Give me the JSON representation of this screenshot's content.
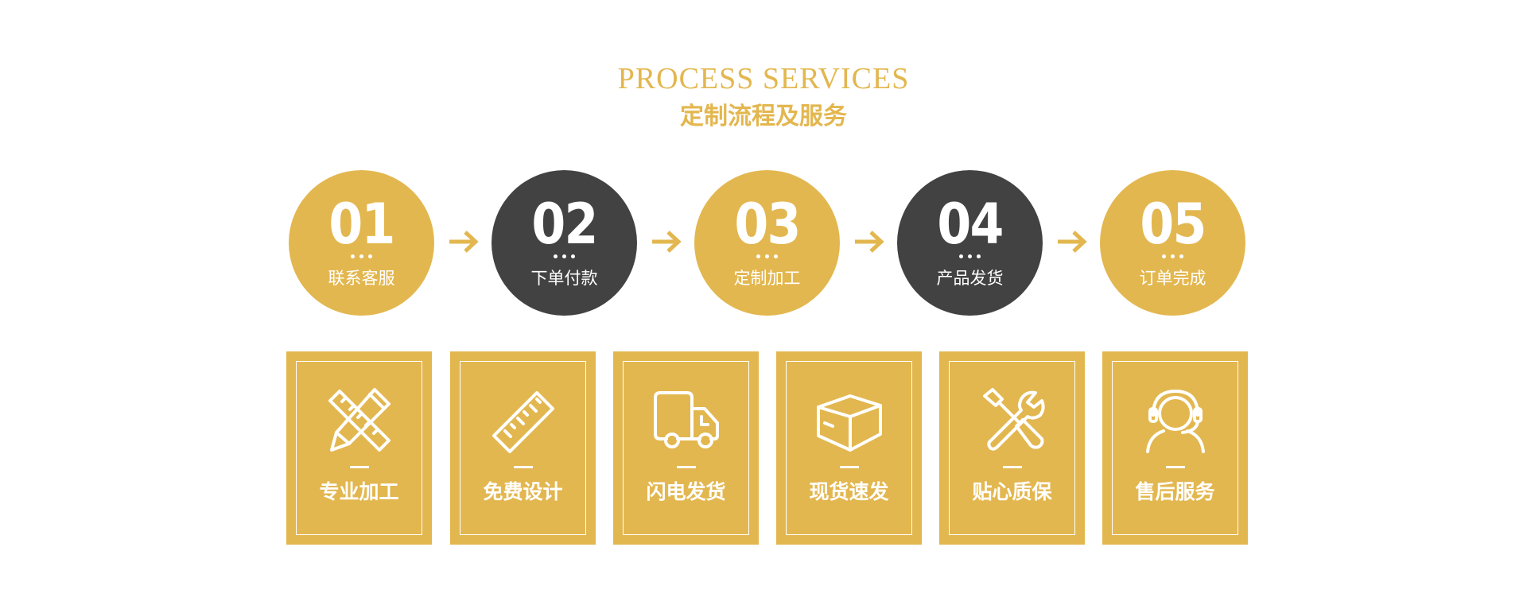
{
  "header": {
    "title_en": "PROCESS SERVICES",
    "title_cn": "定制流程及服务"
  },
  "colors": {
    "gold": "#e3b74f",
    "dark": "#424242",
    "white": "#ffffff"
  },
  "steps": [
    {
      "number": "01",
      "label": "联系客服",
      "color": "gold"
    },
    {
      "number": "02",
      "label": "下单付款",
      "color": "dark"
    },
    {
      "number": "03",
      "label": "定制加工",
      "color": "gold"
    },
    {
      "number": "04",
      "label": "产品发货",
      "color": "dark"
    },
    {
      "number": "05",
      "label": "订单完成",
      "color": "gold"
    }
  ],
  "features": [
    {
      "label": "专业加工",
      "icon": "pencil-ruler-icon"
    },
    {
      "label": "免费设计",
      "icon": "ruler-icon"
    },
    {
      "label": "闪电发货",
      "icon": "truck-icon"
    },
    {
      "label": "现货速发",
      "icon": "box-icon"
    },
    {
      "label": "贴心质保",
      "icon": "tools-icon"
    },
    {
      "label": "售后服务",
      "icon": "headset-icon"
    }
  ]
}
